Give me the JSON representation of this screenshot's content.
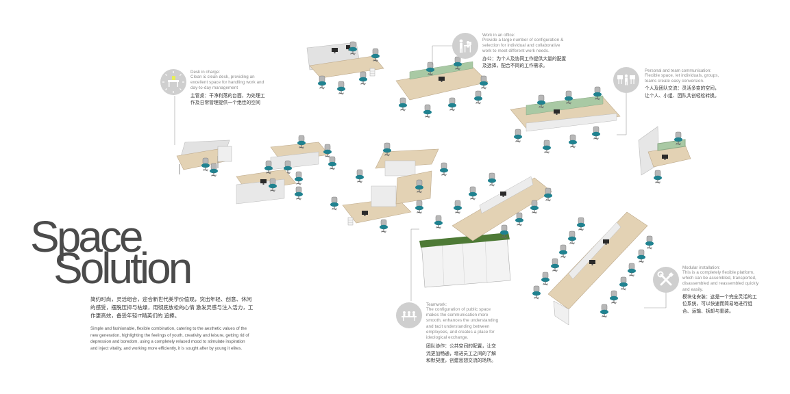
{
  "title": {
    "line1": "Space",
    "line2": "Solution"
  },
  "intro": {
    "cn": "简约时尚，灵活组合，迎合新世代美学价值观，突出年轻、创意、休闲的感受，摆脱压抑与枯燥，用彻底放松的心情 激发灵感与注入活力，工作更高效，备受年轻IT精英们的 追捧。",
    "en": "Simple and fashionable, flexible combination, catering to the aesthetic values of the new generation, highlighting the feelings of youth, creativity and leisure, getting rid of depression and boredom, using a completely relaxed mood to stimulate inspiration and inject vitality, and working more efficiently, it is sought after by young it elites."
  },
  "callouts": {
    "desk": {
      "heading": "Desk in charge:",
      "en": "Clean & clean desk, providing an excellent space for handling work and day-to-day management",
      "cn": "主管桌：干净利落的台面，为处理工作及日常管理提供一个绝佳的空间",
      "icon": "desk-icon"
    },
    "office": {
      "heading": "Work in an office:",
      "en": "Provide a large number of configuration & selection for individual and collaborative work to meet different work needs.",
      "cn": "办公：为个人及协同工作提供大量的配置及选择，配合不同的工作需求。",
      "icon": "office-workers-icon"
    },
    "personal": {
      "heading": "Personal and team communication:",
      "en": "Flexible space, let individuals, groups, teams create easy conversion.",
      "cn": "个人及团队交流：灵活多变的空间，让个人、小组、团队共创轻松转换。",
      "icon": "team-communication-icon"
    },
    "modular": {
      "heading": "Modular installation:",
      "en": "This is a completely flexible platform, which can be assembled, transported, disassembled and reassembled quickly and easily.",
      "cn": "模块化安装：这是一个完全灵活的工位系统，可以快速而简易地进行组合、运输、拆卸与重装。",
      "icon": "tools-icon"
    },
    "team": {
      "heading": "Teamwork:",
      "en": "The configuration of public space makes the communication more smooth, enhances the understanding and tacit understanding between employees, and creates a place for ideological exchange.",
      "cn": "团队协作：公共空间的配置，让交流更加畅通，增进员工之间的了解和默契度，创建思想交流的场所。",
      "icon": "meeting-table-icon"
    }
  },
  "colors": {
    "chair_seat": "#1f8290",
    "chair_frame": "#9a9a9a",
    "desk_top": "#e3d2b4",
    "panel": "#e2e2e2",
    "screen_green": "#a9c9a4",
    "plant": "#4e7a36",
    "icon_circle": "#cfcfcf"
  }
}
